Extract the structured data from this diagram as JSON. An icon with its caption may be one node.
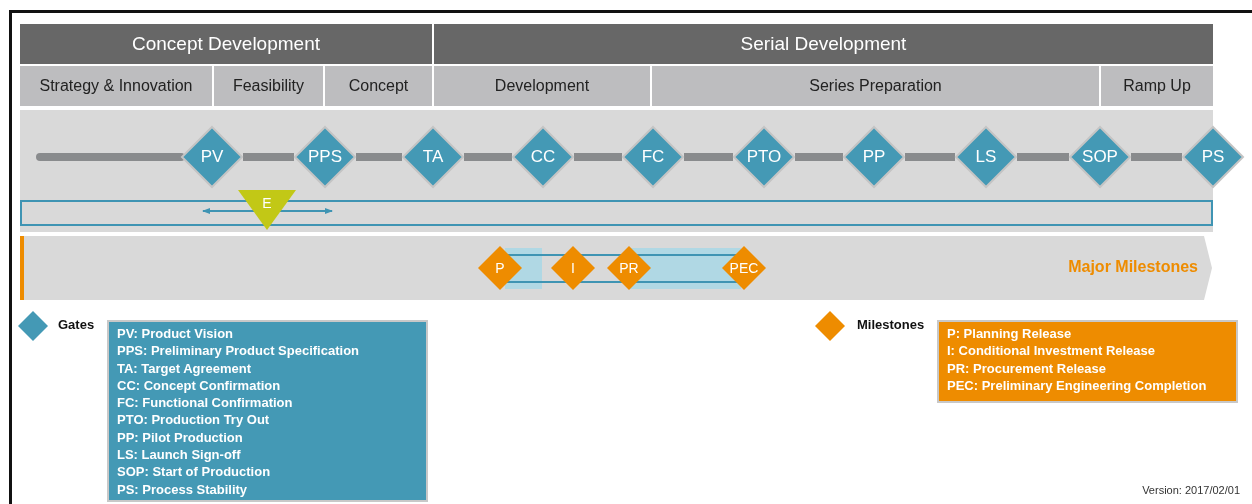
{
  "diagram": {
    "nodes": [
      {
        "text": [
          "Concept Development"
        ]
      },
      {
        "text": [
          "Serial Development"
        ]
      },
      {
        "text": [
          "Strategy & Innovation"
        ]
      },
      {
        "text": [
          "Feasibility"
        ]
      },
      {
        "text": [
          "Concept"
        ]
      },
      {
        "text": [
          "Development"
        ]
      },
      {
        "text": [
          "Series Preparation"
        ]
      },
      {
        "text": [
          "Ramp Up"
        ]
      },
      {
        "text": [
          "PV"
        ]
      },
      {
        "text": [
          "PPS"
        ]
      },
      {
        "text": [
          "TA"
        ]
      },
      {
        "text": [
          "CC"
        ]
      },
      {
        "text": [
          "FC"
        ]
      },
      {
        "text": [
          "PTO"
        ]
      },
      {
        "text": [
          "PP"
        ]
      },
      {
        "text": [
          "LS"
        ]
      },
      {
        "text": [
          "SOP"
        ]
      },
      {
        "text": [
          "PS"
        ]
      },
      {
        "text": [
          "E"
        ]
      },
      {
        "text": [
          "Major Milestones"
        ]
      },
      {
        "text": [
          "P"
        ],
        "in": 19
      },
      {
        "text": [
          "I"
        ],
        "in": 19
      },
      {
        "text": [
          "PR"
        ],
        "in": 19
      },
      {
        "text": [
          "PEC"
        ],
        "in": 19
      },
      {
        "text": [
          "PV: Product Vision",
          "PPS: Preliminary Product Specification",
          "TA: Target Agreement",
          "CC: Concept Confirmation",
          "FC: Functional Confirmation",
          "PTO: Production Try Out",
          "PP: Pilot Production",
          "LS: Launch Sign-off",
          "SOP: Start of Production",
          "PS: Process Stability"
        ]
      },
      {
        "text": [
          "P: Planning Release",
          "I: Conditional Investment Release",
          "PR: Procurement Release",
          "PEC: Preliminary Engineering Completion"
        ]
      }
    ],
    "edges": [
      {
        "from": null,
        "to": 8,
        "arrow": "none"
      },
      {
        "from": 8,
        "to": 9,
        "arrow": "none"
      },
      {
        "from": 9,
        "to": 10,
        "arrow": "none"
      },
      {
        "from": 10,
        "to": 11,
        "arrow": "none"
      },
      {
        "from": 11,
        "to": 12,
        "arrow": "none"
      },
      {
        "from": 12,
        "to": 13,
        "arrow": "none"
      },
      {
        "from": 13,
        "to": 14,
        "arrow": "none"
      },
      {
        "from": 14,
        "to": 15,
        "arrow": "none"
      },
      {
        "from": 15,
        "to": 16,
        "arrow": "none"
      },
      {
        "from": 16,
        "to": 17,
        "arrow": "none"
      }
    ],
    "labels": [
      "Version: 2017/02/01"
    ],
    "legend": [
      {
        "text": "Gates",
        "color": "#4499b5"
      },
      {
        "text": "Milestones",
        "color": "#ee8c00"
      }
    ]
  }
}
